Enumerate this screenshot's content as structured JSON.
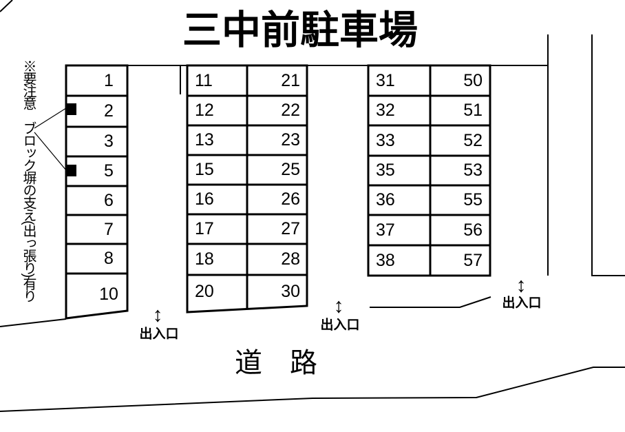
{
  "title": "三中前駐車場",
  "note": {
    "text": "※要注意　ブロック塀の支え(出っ張り)有り"
  },
  "road_label": "道　路",
  "entrance": {
    "label": "出入口",
    "arrow_icon": "↕"
  },
  "blocks": {
    "left": {
      "cells": [
        "1",
        "2",
        "3",
        "5",
        "6",
        "7",
        "8",
        "10"
      ],
      "marked_cells": [
        "2",
        "5"
      ]
    },
    "middle": {
      "col1": [
        "11",
        "12",
        "13",
        "15",
        "16",
        "17",
        "18",
        "20"
      ],
      "col2": [
        "21",
        "22",
        "23",
        "25",
        "26",
        "27",
        "28",
        "30"
      ]
    },
    "right": {
      "col1": [
        "31",
        "32",
        "33",
        "35",
        "36",
        "37",
        "38"
      ],
      "col2": [
        "50",
        "51",
        "52",
        "53",
        "55",
        "56",
        "57"
      ]
    }
  },
  "colors": {
    "line": "#000000",
    "background": "#ffffff"
  }
}
